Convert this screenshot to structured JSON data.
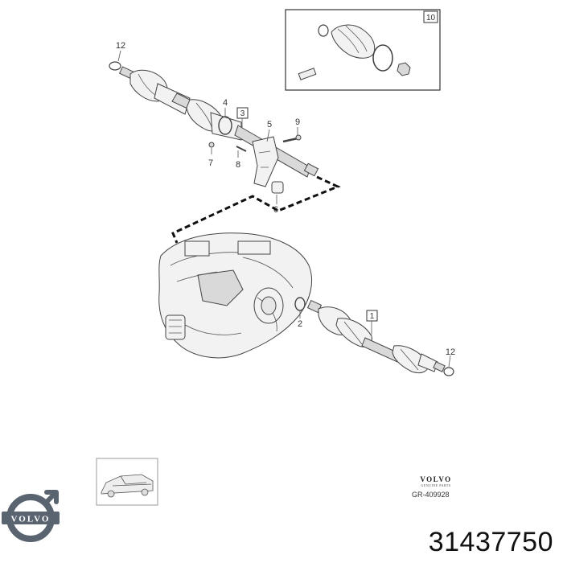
{
  "part_number": "31437750",
  "diagram_code": "GR-409928",
  "brand": {
    "name": "VOLVO",
    "subtitle": "GENUINE PARTS"
  },
  "logo": {
    "text": "VOLVO",
    "icon": "volvo-iron-mark-icon",
    "color": "#5a6470"
  },
  "callouts": {
    "c12_top": "12",
    "c4": "4",
    "c3": "3",
    "c5": "5",
    "c9": "9",
    "c7": "7",
    "c8": "8",
    "c6": "6",
    "c10": "10",
    "c2": "2",
    "c1": "1",
    "c12_bottom": "12"
  }
}
